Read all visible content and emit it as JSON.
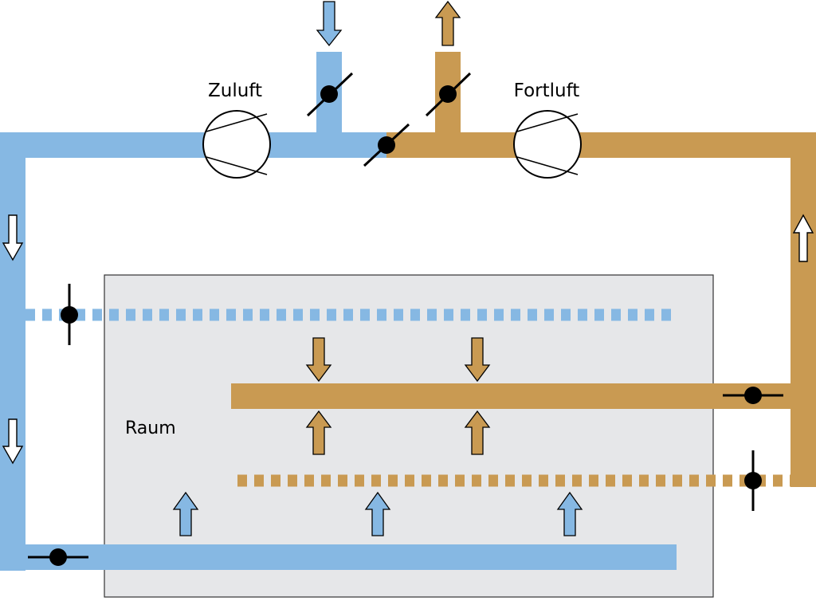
{
  "labels": {
    "supply": "Zuluft",
    "exhaust": "Fortluft",
    "room": "Raum"
  },
  "colors": {
    "supply_air": "#86b8e3",
    "exhaust_air": "#c99a52",
    "room_fill": "#e6e7e9",
    "room_border": "#333333",
    "damper": "#000000",
    "background": "#ffffff"
  },
  "icons": {
    "fan": "fan-icon",
    "damper": "damper-icon",
    "arrow": "flow-arrow-icon"
  }
}
